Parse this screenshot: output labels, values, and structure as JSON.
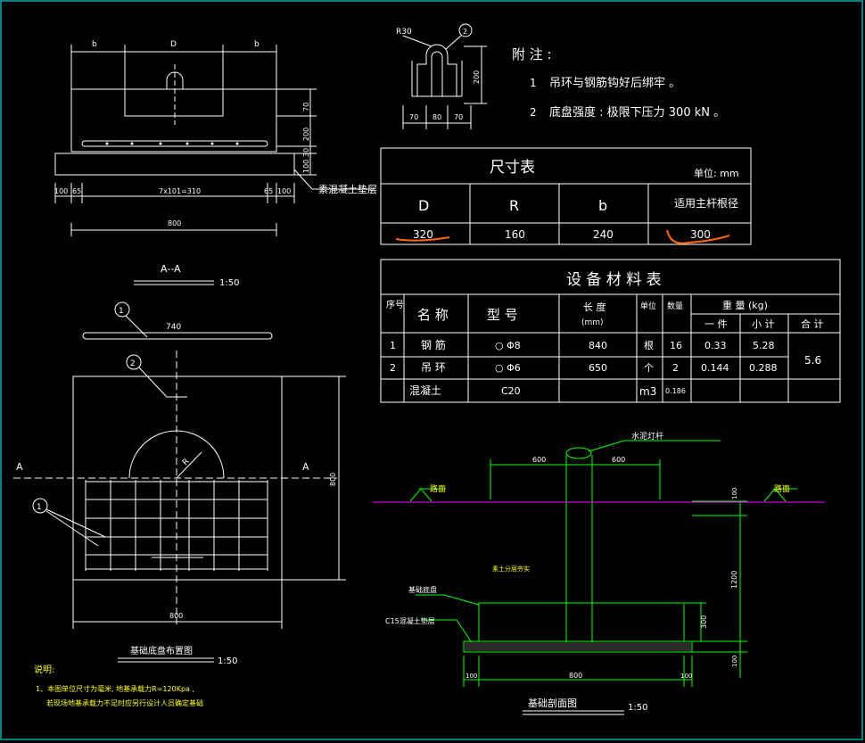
{
  "left_section": {
    "top_dims": [
      "b",
      "D",
      "b"
    ],
    "bottom_dims": [
      "100",
      "65",
      "7x101=310",
      "65",
      "100"
    ],
    "total_width": "800",
    "right_dims": [
      "70",
      "200",
      "30",
      "100"
    ],
    "cushion_label": "素混凝土垫层",
    "section_title": "A--A",
    "section_scale": "1:50"
  },
  "plan": {
    "rebar_marker_1": "1",
    "rebar_marker_2": "2",
    "rebar_length": "740",
    "marker_1b": "1",
    "section_A_left": "A",
    "section_A_right": "A",
    "height_dim": "800",
    "width_dim": "800",
    "radius_label": "R",
    "title": "基础底盘布置图",
    "scale": "1:50"
  },
  "notes_left": {
    "title": "说明:",
    "line1": "1、本图单位尺寸为毫米, 地基承载力R=120Kpa ,",
    "line2": "若现场地基承载力不足时应另行设计人员确定基础"
  },
  "hook_detail": {
    "r_label": "R30",
    "marker": "2",
    "height": "200",
    "bottom_dims": [
      "70",
      "80",
      "70"
    ]
  },
  "notes_right": {
    "title": "附 注 :",
    "line1_num": "1",
    "line1": "吊环与钢筋钩好后绑牢 。",
    "line2_num": "2",
    "line2": "底盘强度 : 极限下压力  300 kN 。"
  },
  "size_table": {
    "title": "尺寸表",
    "unit": "单位: mm",
    "headers": [
      "D",
      "R",
      "b",
      "适用主杆根径"
    ],
    "values": [
      "320",
      "160",
      "240",
      "300"
    ]
  },
  "material_table": {
    "title": "设 备 材 料 表",
    "headers": {
      "index": "序号",
      "name": "名  称",
      "model": "型  号",
      "length": "长 度",
      "length_unit": "(mm)",
      "unit": "单位",
      "qty": "数量",
      "weight": "重    量      (kg)",
      "each": "一 件",
      "subtotal": "小 计",
      "total": "合 计"
    },
    "rows": [
      {
        "index": "1",
        "name": "钢 筋",
        "model": "○   Φ8",
        "length": "840",
        "unit": "根",
        "qty": "16",
        "each": "0.33",
        "subtotal": "5.28"
      },
      {
        "index": "2",
        "name": "吊 环",
        "model": "○   Φ6",
        "length": "650",
        "unit": "个",
        "qty": "2",
        "each": "0.144",
        "subtotal": "0.288"
      },
      {
        "index": "",
        "name": "混凝土",
        "model": "C20",
        "length": "",
        "unit": "m3",
        "qty": "0.186",
        "each": "",
        "subtotal": ""
      }
    ],
    "total": "5.6"
  },
  "section_view": {
    "pole_label": "水泥灯杆",
    "left_dim": "600",
    "right_dim": "600",
    "ground_left": "路面",
    "ground_right": "路面",
    "top_dim": "100",
    "backfill": "素土分层夯实",
    "depth_dim": "1200",
    "base_label": "基础底盘",
    "cushion_label": "C15混凝土垫层",
    "base_height": "300",
    "cushion_height": "100",
    "bottom_left": "100",
    "bottom_width": "800",
    "bottom_right": "100",
    "title": "基础剖面图",
    "scale": "1:50"
  },
  "colors": {
    "background": "#000000",
    "line": "#ffffff",
    "green": "#00ff00",
    "yellow": "#ffff00",
    "magenta": "#ff00ff",
    "orange": "#ff6600",
    "border": "#00ffff"
  }
}
